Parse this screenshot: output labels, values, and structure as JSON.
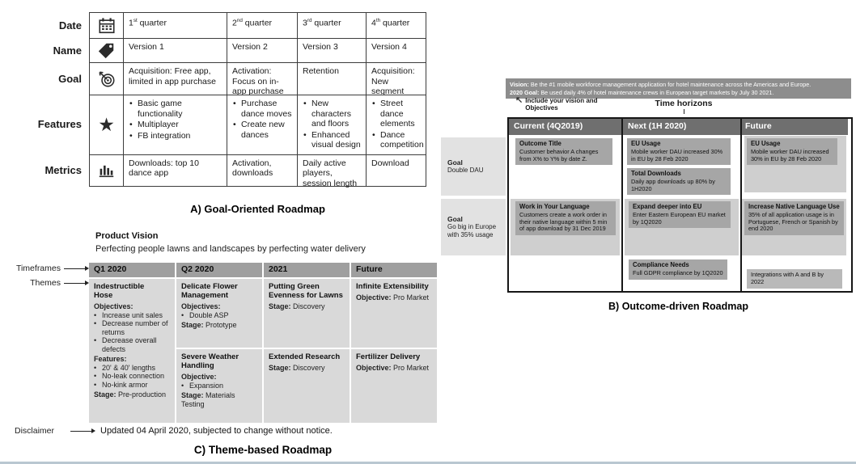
{
  "colors": {
    "vision_box_bg": "#8d8d8d",
    "b_header_bg": "#6f6f6f",
    "b_card_bg": "#a6a6a6",
    "b_card_light_bg": "#b9b9b9",
    "b_panel_bg": "#cfcfcf",
    "b_goal_block_bg": "#e2e2e2",
    "c_header_bg": "#9f9f9f",
    "c_card_bg": "#d9d9d9",
    "table_border": "#3c3c3c"
  },
  "icons": {
    "star_glyph": "★",
    "vision_pointer_glyph": "↖"
  },
  "section_a": {
    "caption": "A) Goal-Oriented Roadmap",
    "row_labels": [
      "Date",
      "Name",
      "Goal",
      "Features",
      "Metrics"
    ],
    "date": [
      {
        "n": "1",
        "sup": "st",
        "rest": " quarter"
      },
      {
        "n": "2",
        "sup": "nd",
        "rest": " quarter"
      },
      {
        "n": "3",
        "sup": "rd",
        "rest": " quarter"
      },
      {
        "n": "4",
        "sup": "th",
        "rest": " quarter"
      }
    ],
    "names": [
      "Version 1",
      "Version 2",
      "Version 3",
      "Version 4"
    ],
    "goals": [
      "Acquisition: Free app, limited in app purchase",
      "Activation: Focus on in-app purchase",
      "Retention",
      "Acquisition: New segment"
    ],
    "features": [
      [
        "Basic game functionality",
        "Multiplayer",
        "FB integration"
      ],
      [
        "Purchase dance moves",
        "Create new dances"
      ],
      [
        "New characters and floors",
        "Enhanced visual design"
      ],
      [
        "Street dance elements",
        "Dance competition"
      ]
    ],
    "metrics": [
      "Downloads: top 10 dance app",
      "Activation, downloads",
      "Daily active players, session length",
      "Download"
    ]
  },
  "section_b": {
    "caption": "B) Outcome-driven Roadmap",
    "vision_label": "Vision:",
    "vision_text": " Be the #1 mobile workforce management application for hotel maintenance across the Americas and Europe.",
    "goal_label": "2020 Goal:",
    "goal_text": " Be used daily 4% of hotel maintenance crews in European target markets by July 30 2021.",
    "annotation_vision": "Include your vision and Objectives",
    "annotation_time": "Time horizons",
    "headers": [
      "Current (4Q2019)",
      "Next (1H 2020)",
      "Future"
    ],
    "row1_label": {
      "title": "Goal",
      "subtitle": "Double DAU"
    },
    "row2_label": {
      "title": "Goal",
      "subtitle": "Go big in Europe with 35% usage"
    },
    "cards": {
      "outcome_title": {
        "title": "Outcome Title",
        "body": "Customer behavior A changes from X% to Y% by date Z."
      },
      "eu_usage_next": {
        "title": "EU Usage",
        "body": "Mobile worker DAU increased 30% in EU by 28 Feb 2020"
      },
      "total_downloads": {
        "title": "Total Downloads",
        "body": "Daily app downloads up 80% by 1H2020"
      },
      "eu_usage_future": {
        "title": "EU Usage",
        "body": "Mobile worker DAU increased 30% in EU by 28 Feb 2020"
      },
      "work_in_language": {
        "title": "Work in Your Language",
        "body": "Customers create a work order in their native language within 5 min of app download by 31 Dec 2019"
      },
      "expand_eu": {
        "title": "Expand deeper into EU",
        "body": "Enter Eastern European EU market by 1Q2020"
      },
      "native_language": {
        "title": "Increase Native Language Use",
        "body": "35% of all application usage is in Portuguese, French or Spanish by end 2020"
      },
      "compliance": {
        "title": "Compliance Needs",
        "body": "Full GDPR compliance by 1Q2020"
      },
      "integrations": {
        "text": "Integrations with A and B by 2022"
      }
    }
  },
  "section_c": {
    "caption": "C) Theme-based Roadmap",
    "vision_title": "Product Vision",
    "vision_subtitle": "Perfecting people lawns and landscapes by perfecting water delivery",
    "annotations": {
      "timeframes": "Timeframes",
      "themes": "Themes",
      "disclaimer": "Disclaimer"
    },
    "disclaimer_text": "Updated 04 April 2020, subjected to change without notice.",
    "headers": [
      "Q1 2020",
      "Q2 2020",
      "2021",
      "Future"
    ],
    "cards": {
      "indestructible": {
        "title": "Indestructible Hose",
        "objectives_label": "Objectives:",
        "objectives": [
          "Increase unit sales",
          "Decrease number of returns",
          "Decrease overall defects"
        ],
        "features_label": "Features:",
        "features": [
          "20' & 40' lengths",
          "No-leak connection",
          "No-kink armor"
        ],
        "stage_label": "Stage:",
        "stage": " Pre-production"
      },
      "delicate_flower": {
        "title": "Delicate Flower Management",
        "objectives_label": "Objectives:",
        "objectives": [
          "Double ASP"
        ],
        "stage_label": "Stage:",
        "stage": " Prototype"
      },
      "severe_weather": {
        "title": "Severe Weather Handling",
        "objective_label": "Objective:",
        "objectives": [
          "Expansion"
        ],
        "stage_label": "Stage:",
        "stage": " Materials Testing"
      },
      "putting_green": {
        "title": "Putting Green Evenness for Lawns",
        "stage_label": "Stage:",
        "stage": " Discovery"
      },
      "extended_research": {
        "title": "Extended Research",
        "stage_label": "Stage:",
        "stage": " Discovery"
      },
      "infinite_extensibility": {
        "title": "Infinite Extensibility",
        "objective_label": "Objective:",
        "objective": " Pro Market"
      },
      "fertilizer_delivery": {
        "title": "Fertilizer Delivery",
        "objective_label": "Objective:",
        "objective": " Pro Market"
      }
    }
  }
}
